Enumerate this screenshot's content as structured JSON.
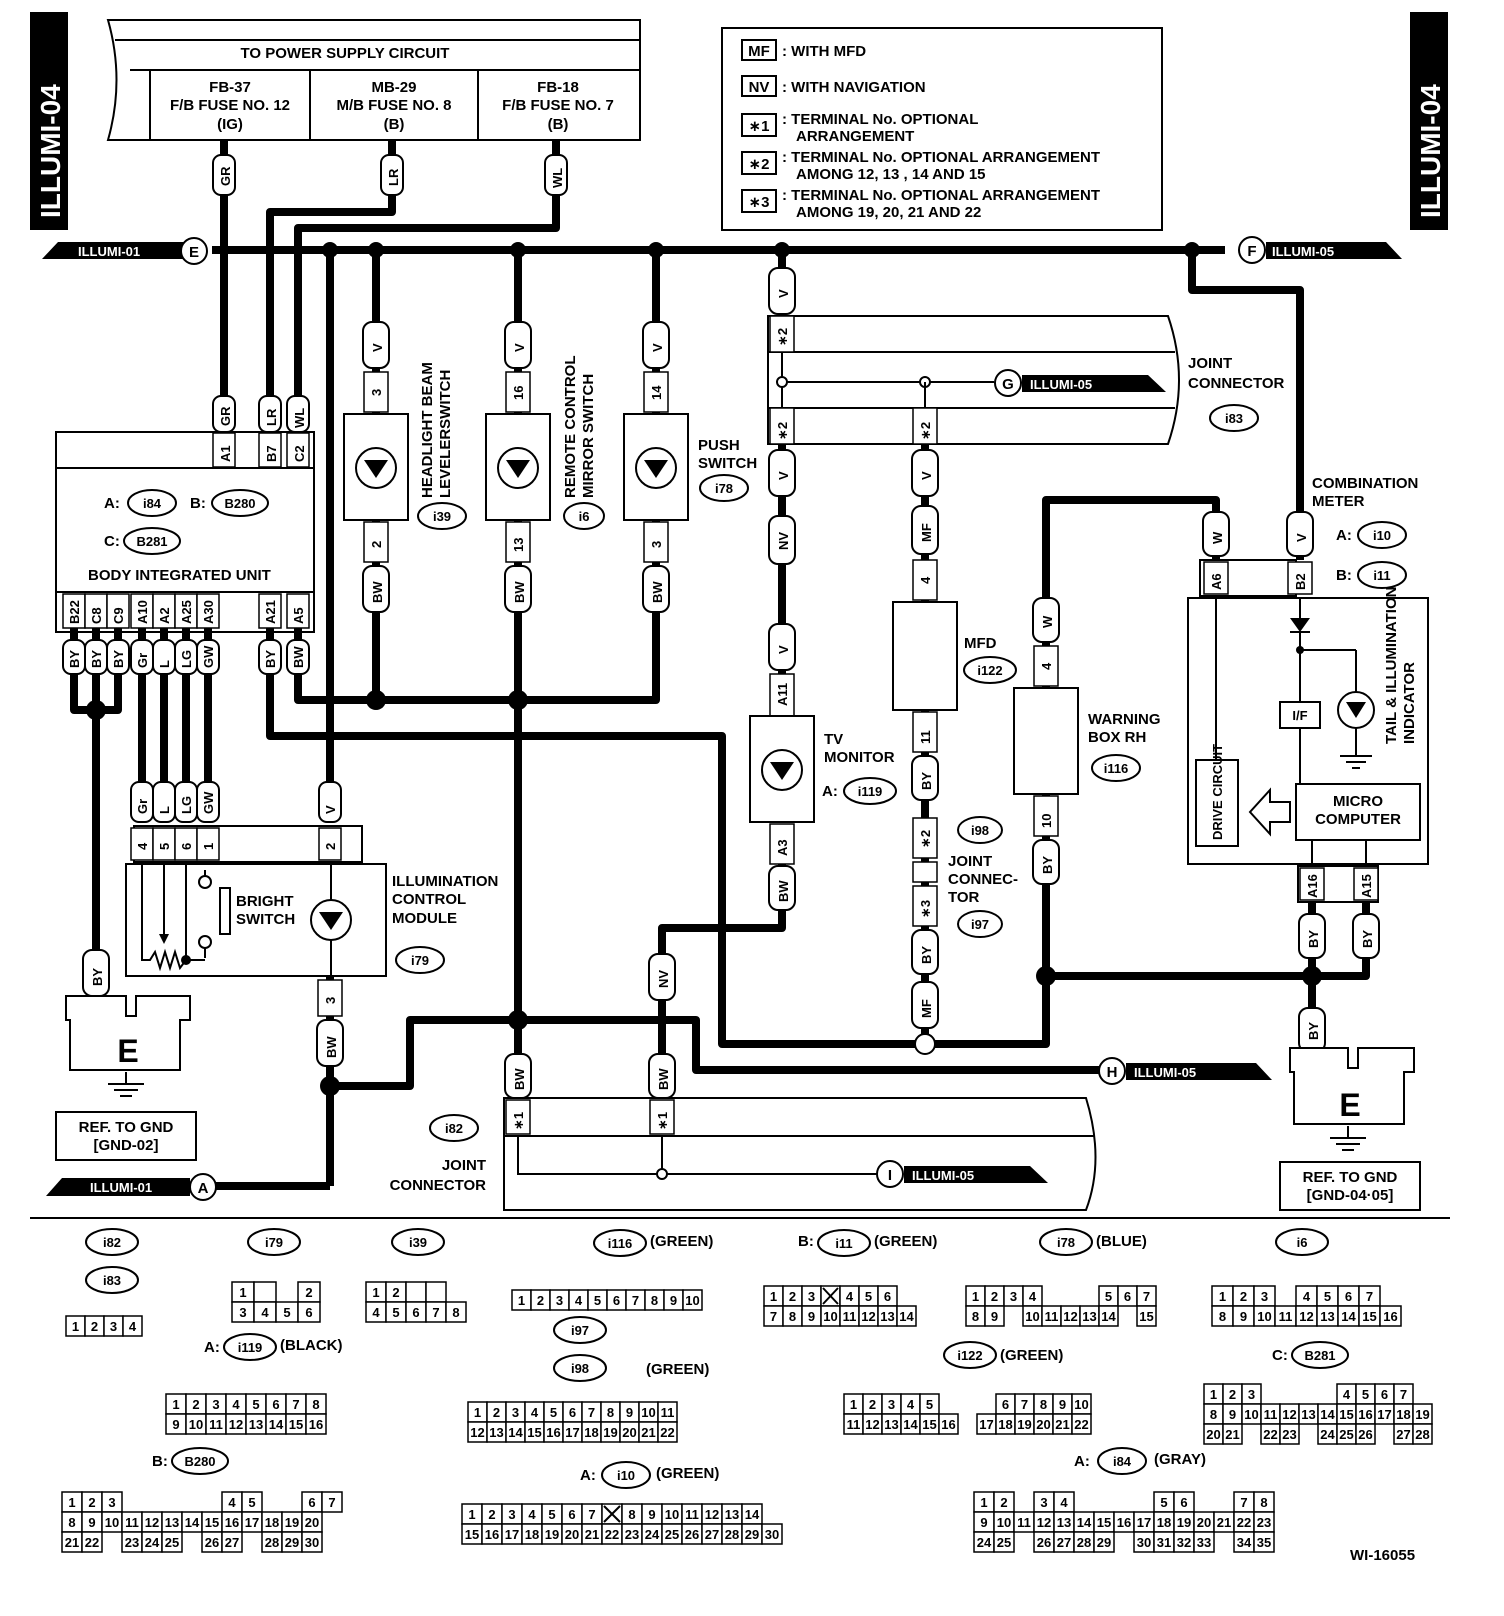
{
  "side_tab": "ILLUMI-04",
  "power": {
    "title": "TO POWER SUPPLY CIRCUIT",
    "fuses": [
      {
        "l1": "FB-37",
        "l2": "F/B FUSE NO. 12",
        "l3": "(IG)"
      },
      {
        "l1": "MB-29",
        "l2": "M/B FUSE NO. 8",
        "l3": "(B)"
      },
      {
        "l1": "FB-18",
        "l2": "F/B FUSE NO. 7",
        "l3": "(B)"
      }
    ]
  },
  "legend": [
    {
      "key": "MF",
      "text": ": WITH MFD"
    },
    {
      "key": "NV",
      "text": ": WITH NAVIGATION"
    },
    {
      "key": "∗1",
      "text": ": TERMINAL No. OPTIONAL",
      "text2": "ARRANGEMENT"
    },
    {
      "key": "∗2",
      "text": ": TERMINAL No. OPTIONAL ARRANGEMENT",
      "text2": "AMONG 12, 13 , 14 AND 15"
    },
    {
      "key": "∗3",
      "text": ": TERMINAL No. OPTIONAL ARRANGEMENT",
      "text2": "AMONG 19, 20, 21 AND 22"
    }
  ],
  "refs": {
    "E": "ILLUMI-01",
    "F": "ILLUMI-05",
    "G": "ILLUMI-05",
    "H": "ILLUMI-05",
    "I": "ILLUMI-05",
    "A": "ILLUMI-01"
  },
  "letters": {
    "E": "E",
    "F": "F",
    "G": "G",
    "H": "H",
    "I": "I",
    "A": "A"
  },
  "components": {
    "body_unit": {
      "name": "BODY INTEGRATED UNIT",
      "a": "i84",
      "b": "B280",
      "c": "B281",
      "top_pins": [
        "A1",
        "B7",
        "C2"
      ],
      "top_colors": [
        "GR",
        "LR",
        "WL"
      ],
      "bottom_pins": [
        "B22",
        "C8",
        "C9",
        "A10",
        "A2",
        "A25",
        "A30",
        "A21",
        "A5"
      ],
      "bottom_colors": [
        "BY",
        "BY",
        "BY",
        "Gr",
        "L",
        "LG",
        "GW",
        "BY",
        "BW"
      ]
    },
    "headlight": {
      "name1": "HEADLIGHT BEAM",
      "name2": "LEVELERSWITCH",
      "code": "i39",
      "pin_top": "3",
      "pin_bot": "2"
    },
    "mirror": {
      "name1": "REMOTE CONTROL",
      "name2": "MIRROR SWITCH",
      "code": "i6",
      "pin_top": "16",
      "pin_bot": "13"
    },
    "push": {
      "name1": "PUSH",
      "name2": "SWITCH",
      "code": "i78",
      "pin_top": "14",
      "pin_bot": "3"
    },
    "joint83": {
      "name1": "JOINT",
      "name2": "CONNECTOR",
      "code": "i83"
    },
    "combination": {
      "name1": "COMBINATION",
      "name2": "METER",
      "a": "i10",
      "b": "i11",
      "pins_top": [
        "A6",
        "B2"
      ],
      "pins_bot": [
        "A16",
        "A15"
      ],
      "if": "I/F",
      "drive": "DRIVE CIRCUIT",
      "micro1": "MICRO",
      "micro2": "COMPUTER",
      "ind1": "TAIL & ILLUMINATION",
      "ind2": "INDICATOR"
    },
    "tv": {
      "name1": "TV",
      "name2": "MONITOR",
      "code": "i119",
      "pin_top": "A11",
      "pin_bot": "A3"
    },
    "mfd": {
      "name": "MFD",
      "code": "i122",
      "pin_top": "4",
      "pin_bot": "11"
    },
    "warning": {
      "name1": "WARNING",
      "name2": "BOX RH",
      "code": "i116",
      "pin_top": "4",
      "pin_bot": "10"
    },
    "joint9798": {
      "name1": "JOINT",
      "name2": "CONNEC-",
      "name3": "TOR",
      "code1": "i98",
      "code2": "i97"
    },
    "illum_module": {
      "name1": "ILLUMINATION",
      "name2": "CONTROL",
      "name3": "MODULE",
      "code": "i79",
      "pins": [
        "4",
        "5",
        "6",
        "1",
        "2"
      ],
      "colors": [
        "Gr",
        "L",
        "LG",
        "GW",
        "V"
      ],
      "bright1": "BRIGHT",
      "bright2": "SWITCH",
      "pin_bot": "3"
    },
    "joint82": {
      "name1": "JOINT",
      "name2": "CONNECTOR",
      "code": "i82"
    }
  },
  "wires": {
    "V": "V",
    "BW": "BW",
    "BY": "BY",
    "NV": "NV",
    "MF": "MF",
    "W": "W",
    "star1": "∗1",
    "star2": "∗2",
    "star3": "∗3",
    "A": "A:",
    "B": "B:",
    "C": "C:"
  },
  "grounds": [
    {
      "letter": "E",
      "ref1": "REF. TO GND",
      "ref2": "[GND-02]"
    },
    {
      "letter": "E",
      "ref1": "REF. TO GND",
      "ref2": "[GND-04·05]"
    }
  ],
  "connectors": {
    "i82": "i82",
    "i83": "i83",
    "i79": "i79",
    "i39": "i39",
    "i116": "i116",
    "i116c": "(GREEN)",
    "i11": "i11",
    "i11c": "(GREEN)",
    "i78": "i78",
    "i78c": "(BLUE)",
    "i6": "i6",
    "i119": "i119",
    "i119c": "(BLACK)",
    "i97": "i97",
    "i98": "i98",
    "i98c": "(GREEN)",
    "i122": "i122",
    "i122c": "(GREEN)",
    "B281": "B281",
    "B280": "B280",
    "i10": "i10",
    "i10c": "(GREEN)",
    "i84": "i84",
    "i84c": "(GRAY)"
  },
  "figure_id": "WI-16055"
}
